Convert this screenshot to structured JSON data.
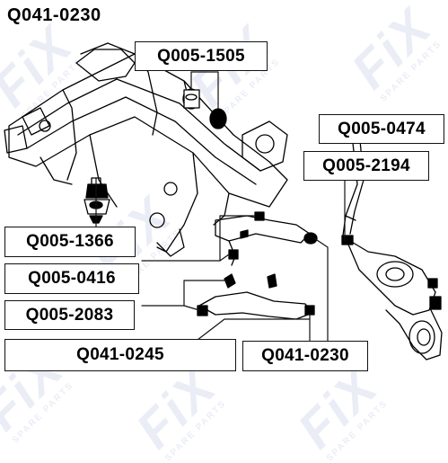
{
  "title": "Q041-0230",
  "watermark": {
    "logo": "FiX",
    "tagline": "SPARE PARTS"
  },
  "labels": {
    "q005_1505": "Q005-1505",
    "q005_0474": "Q005-0474",
    "q005_2194": "Q005-2194",
    "q005_1366": "Q005-1366",
    "q005_0416": "Q005-0416",
    "q005_2083": "Q005-2083",
    "q041_0245": "Q041-0245",
    "q041_0230": "Q041-0230"
  },
  "colors": {
    "line": "#111111",
    "part": "#000000",
    "watermark": "#3a5aa8"
  }
}
